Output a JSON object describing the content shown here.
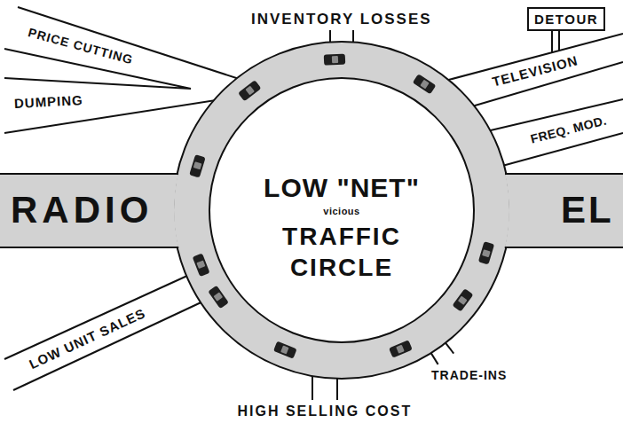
{
  "diagram": {
    "nodes": [
      {
        "text": [
          "LOW \"NET\"",
          "vicious",
          "TRAFFIC CIRCLE"
        ]
      },
      {
        "text": [
          "RADIO"
        ]
      },
      {
        "text": [
          "EL"
        ]
      },
      {
        "text": [
          "DETOUR"
        ]
      }
    ],
    "labels": [
      "INVENTORY LOSSES",
      "PRICE CUTTING",
      "DUMPING",
      "TELEVISION",
      "FREQ. MOD.",
      "LOW UNIT SALES",
      "TRADE-INS",
      "HIGH SELLING COST"
    ]
  }
}
